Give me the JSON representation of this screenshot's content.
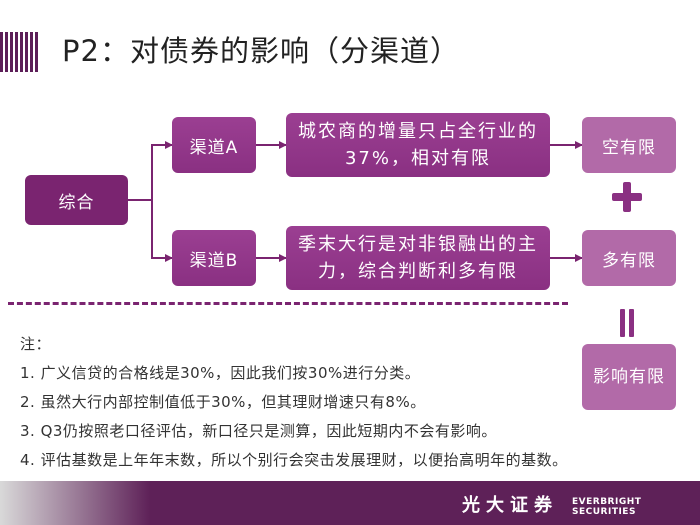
{
  "header": {
    "title": "P2：对债券的影响（分渠道）"
  },
  "diagram": {
    "root": "综合",
    "channels": [
      {
        "label": "渠道A",
        "detail": "城农商的增量只占全行业的37%，相对有限",
        "result": "空有限"
      },
      {
        "label": "渠道B",
        "detail": "季末大行是对非银融出的主力，综合判断利多有限",
        "result": "多有限"
      }
    ],
    "conclusion": "影响有限"
  },
  "notes": {
    "heading": "注：",
    "items": [
      "1. 广义信贷的合格线是30%，因此我们按30%进行分类。",
      "2. 虽然大行内部控制值低于30%，但其理财增速只有8%。",
      "3. Q3仍按照老口径评估，新口径只是测算，因此短期内不会有影响。",
      "4. 评估基数是上年年末数，所以个别行会突击发展理财，以便抬高明年的基数。"
    ]
  },
  "footer": {
    "brand_cn": "光大证券",
    "brand_en": "EVERBRIGHT SECURITIES"
  },
  "colors": {
    "accent_dark": "#7a2470",
    "accent_mid": "#8a3082",
    "accent_light": "#b26aa8",
    "footer": "#5e2158"
  }
}
